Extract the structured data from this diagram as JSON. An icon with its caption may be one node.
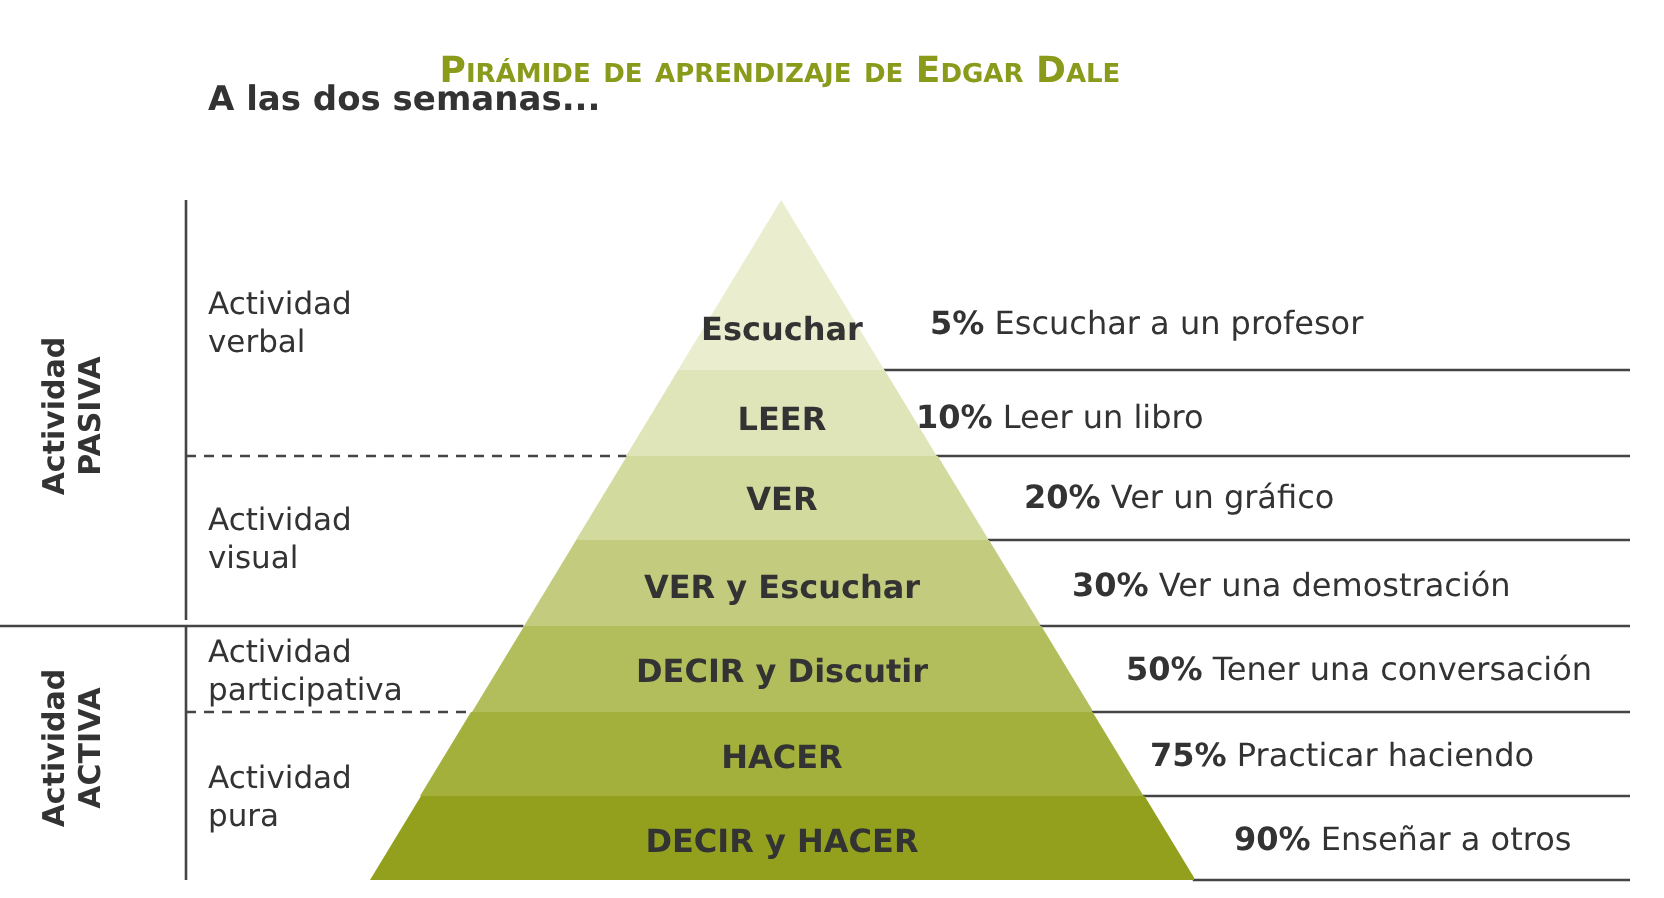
{
  "diagram": {
    "title": "Pirámide de aprendizaje de Edgar Dale",
    "nodes": [
      {
        "text": [
          "Escuchar"
        ]
      },
      {
        "text": [
          "LEER"
        ],
        "beside": [
          "**10%** Leer un libro"
        ]
      },
      {
        "text": [
          "VER"
        ],
        "beside": [
          "**20%** Ver un gráfico"
        ]
      },
      {
        "text": [
          "VER y Escuchar"
        ],
        "beside": [
          "**30%** Ver una demostración"
        ]
      },
      {
        "text": [
          "DECIR y Discutir"
        ],
        "beside": [
          "**50%** Tener una conversación"
        ]
      },
      {
        "text": [
          "HACER"
        ],
        "beside": [
          "**75%** Practicar haciendo"
        ]
      },
      {
        "text": [
          "DECIR y HACER"
        ],
        "beside": [
          "**90%** Enseñar a otros"
        ]
      }
    ],
    "labels": [
      "A las dos semanas...",
      "Actividad PASIVA",
      "Actividad verbal",
      "**5%** Escuchar a un profesor",
      "Actividad visual",
      "Actividad ACTIVA",
      "Actividad participativa",
      "Actividad pura"
    ]
  }
}
